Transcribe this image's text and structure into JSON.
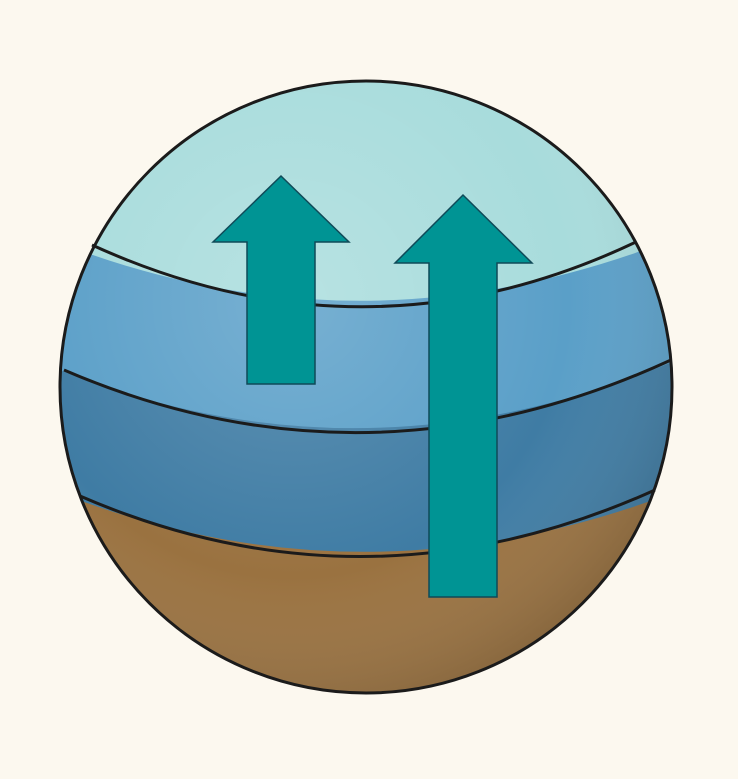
{
  "diagram": {
    "colors": {
      "background": "#fcf8ef",
      "outline": "#1b1b1b",
      "top_layer": "#a8dcdc",
      "upper_middle_layer": "#5a9fc8",
      "lower_middle_layer": "#3f7ca4",
      "bottom_layer": "#9a7240",
      "arrow_fill": "#009494",
      "arrow_stroke": "#0f4a58"
    },
    "layers": [
      {
        "name": "top-layer",
        "color_key": "top_layer"
      },
      {
        "name": "upper-middle-layer",
        "color_key": "upper_middle_layer"
      },
      {
        "name": "lower-middle-layer",
        "color_key": "lower_middle_layer"
      },
      {
        "name": "bottom-layer",
        "color_key": "bottom_layer"
      }
    ],
    "arrows": [
      {
        "name": "short-up-arrow",
        "direction": "up"
      },
      {
        "name": "long-up-arrow",
        "direction": "up"
      }
    ]
  }
}
